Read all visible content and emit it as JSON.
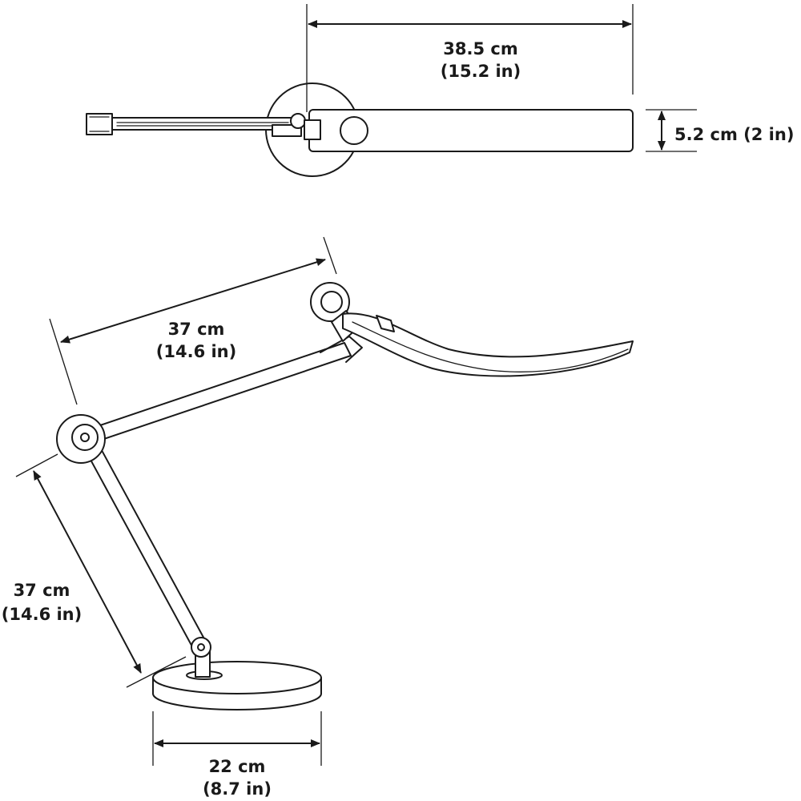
{
  "dimensions": {
    "head_length": {
      "metric": "38.5 cm",
      "imperial": "(15.2 in)"
    },
    "head_width": {
      "text": "5.2 cm (2 in)"
    },
    "upper_arm": {
      "metric": "37 cm",
      "imperial": "(14.6 in)"
    },
    "lower_arm": {
      "metric": "37 cm",
      "imperial": "(14.6 in)"
    },
    "base_diameter": {
      "metric": "22 cm",
      "imperial": "(8.7 in)"
    }
  }
}
